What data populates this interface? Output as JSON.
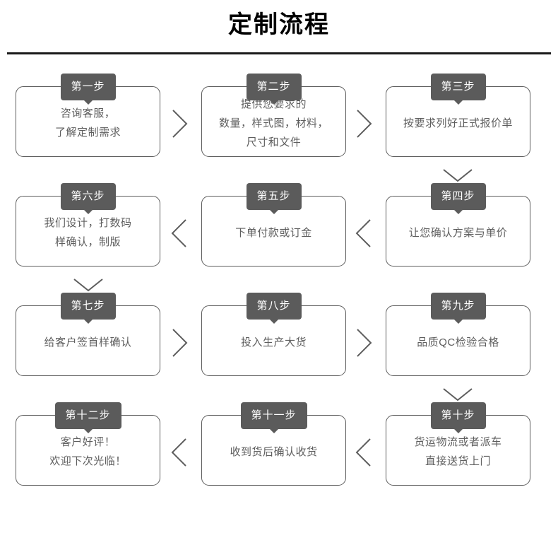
{
  "header": {
    "title": "定制流程"
  },
  "flow": {
    "rows": [
      {
        "direction": "left-to-right",
        "steps": [
          {
            "badge": "第一步",
            "text": "咨询客服，\n了解定制需求",
            "column": 1
          },
          {
            "badge": "第二步",
            "text": "提供您要求的\n数量，样式图，材料，\n尺寸和文件",
            "column": 2
          },
          {
            "badge": "第三步",
            "text": "按要求列好正式报价单",
            "column": 3
          }
        ],
        "connectors": [
          "chevron-right-icon",
          "chevron-right-icon"
        ],
        "row_exit": {
          "icon": "chevron-down-icon",
          "column": 3
        }
      },
      {
        "direction": "right-to-left",
        "steps": [
          {
            "badge": "第六步",
            "text": "我们设计，打数码\n样确认，制版",
            "column": 1
          },
          {
            "badge": "第五步",
            "text": "下单付款或订金",
            "column": 2
          },
          {
            "badge": "第四步",
            "text": "让您确认方案与单价",
            "column": 3
          }
        ],
        "connectors": [
          "chevron-left-icon",
          "chevron-left-icon"
        ],
        "row_exit": {
          "icon": "chevron-down-icon",
          "column": 1
        }
      },
      {
        "direction": "left-to-right",
        "steps": [
          {
            "badge": "第七步",
            "text": "给客户签首样确认",
            "column": 1
          },
          {
            "badge": "第八步",
            "text": "投入生产大货",
            "column": 2
          },
          {
            "badge": "第九步",
            "text": "品质QC检验合格",
            "column": 3
          }
        ],
        "connectors": [
          "chevron-right-icon",
          "chevron-right-icon"
        ],
        "row_exit": {
          "icon": "chevron-down-icon",
          "column": 3
        }
      },
      {
        "direction": "right-to-left",
        "steps": [
          {
            "badge": "第十二步",
            "text": "客户好评！\n欢迎下次光临！",
            "column": 1
          },
          {
            "badge": "第十一步",
            "text": "收到货后确认收货",
            "column": 2
          },
          {
            "badge": "第十步",
            "text": "货运物流或者派车\n直接送货上门",
            "column": 3
          }
        ],
        "connectors": [
          "chevron-left-icon",
          "chevron-left-icon"
        ],
        "row_exit": null
      }
    ]
  },
  "colors": {
    "badge_background": "#5b5b5b",
    "badge_text": "#ffffff",
    "card_border": "#5d5d5d",
    "body_text": "#5e5e5e",
    "title_text": "#000000",
    "rule": "#1a1a1a",
    "page_background": "#ffffff"
  }
}
